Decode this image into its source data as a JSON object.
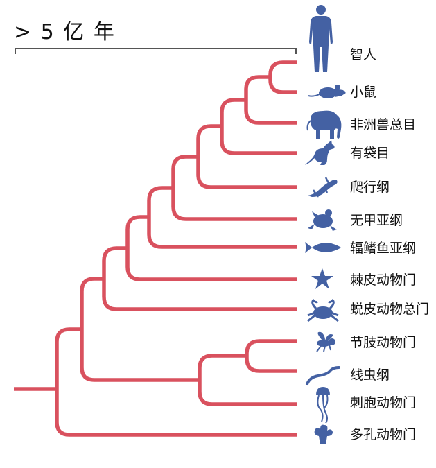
{
  "scale": {
    "label": "> 5 亿 年"
  },
  "colors": {
    "branch": "#d9515e",
    "silhouette": "#4461a3",
    "scale_bar": "#555555",
    "text": "#111111"
  },
  "taxa": [
    {
      "label": "智人",
      "icon": "human-icon"
    },
    {
      "label": "小鼠",
      "icon": "mouse-icon"
    },
    {
      "label": "非洲兽总目",
      "icon": "elephant-icon"
    },
    {
      "label": "有袋目",
      "icon": "kangaroo-icon"
    },
    {
      "label": "爬行纲",
      "icon": "lizard-icon"
    },
    {
      "label": "无甲亚纲",
      "icon": "frog-icon"
    },
    {
      "label": "辐鳍鱼亚纲",
      "icon": "fish-icon"
    },
    {
      "label": "棘皮动物门",
      "icon": "starfish-icon"
    },
    {
      "label": "蜕皮动物总门",
      "icon": "crab-icon"
    },
    {
      "label": "节肢动物门",
      "icon": "fly-icon"
    },
    {
      "label": "线虫纲",
      "icon": "worm-icon"
    },
    {
      "label": "刺胞动物门",
      "icon": "jellyfish-icon"
    },
    {
      "label": "多孔动物门",
      "icon": "sponge-icon"
    }
  ]
}
